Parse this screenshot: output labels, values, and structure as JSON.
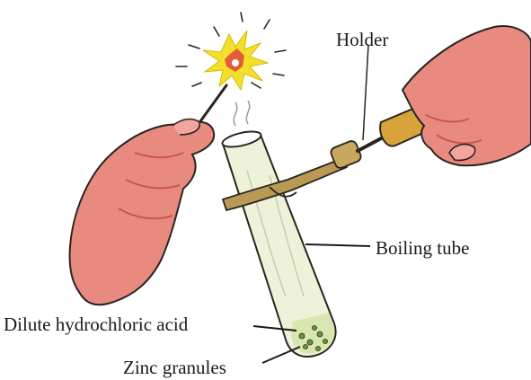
{
  "labels": {
    "holder": "Holder",
    "boiling_tube": "Boiling tube",
    "acid": "Dilute hydrochloric acid",
    "zinc": "Zinc granules"
  },
  "colors": {
    "skin": "#e88a80",
    "skin_shadow": "#c9574f",
    "flame_yellow": "#f4e02a",
    "flame_red": "#e0453a",
    "tube_fill": "#eef2d8",
    "holder_metal": "#b89a55",
    "holder_grip": "#d7a33a",
    "outline": "#2a2420",
    "zinc_green": "#5f9a3c"
  },
  "icons": {
    "left_hand": "hand-holding-splint-icon",
    "right_hand": "hand-holding-holder-icon",
    "flame": "burning-splint-flame-icon",
    "tube": "boiling-tube-icon",
    "holder": "test-tube-holder-icon"
  }
}
